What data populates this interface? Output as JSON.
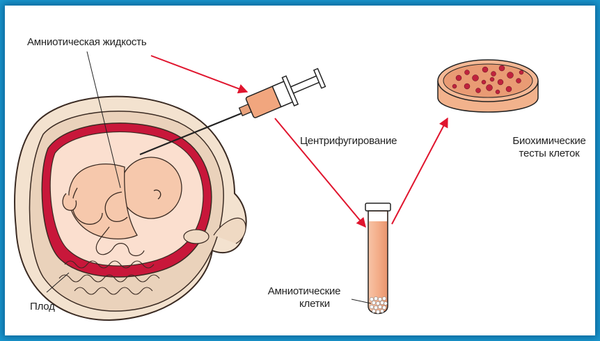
{
  "labels": {
    "amniotic_fluid": "Амниотическая жидкость",
    "centrifugation": "Центрифугирование",
    "biochem_line1": "Биохимические",
    "biochem_line2": "тесты клеток",
    "amniotic_cells_line1": "Амниотические",
    "amniotic_cells_line2": "клетки",
    "fetus": "Плод"
  },
  "colors": {
    "background_border": "#1a98cf",
    "uterus_wall": "#c8173a",
    "amniotic_fluid": "#fbdfcf",
    "fetus_skin": "#f6c8ac",
    "tissue": "#efd9c3",
    "arrow": "#e0152e",
    "syringe_fill": "#f1a67e",
    "tube_fill": "#f4ae8a",
    "dish_colonies": "#c0233d"
  },
  "icons": {
    "syringe": "syringe-icon",
    "test_tube": "test-tube-icon",
    "petri_dish": "petri-dish-icon"
  }
}
